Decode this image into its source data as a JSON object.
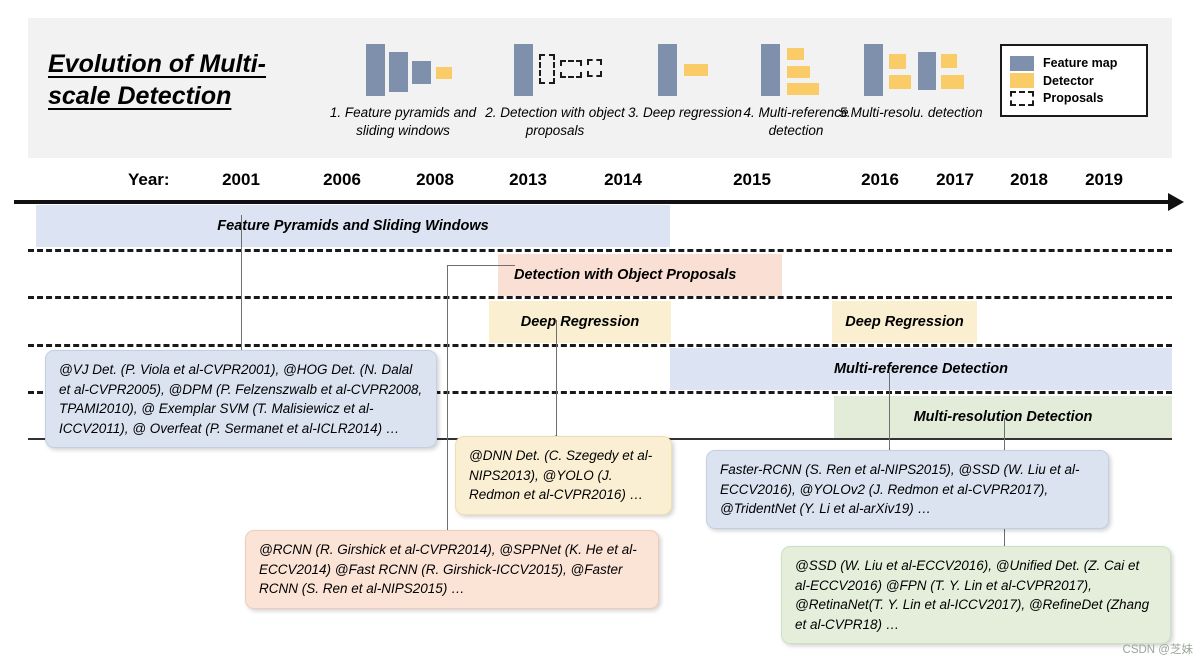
{
  "title": "Evolution of Multi-scale Detection",
  "icons": [
    {
      "caption": "1. Feature pyramids and sliding windows",
      "name": "feature-pyramids-icon"
    },
    {
      "caption": "2. Detection with object proposals",
      "name": "object-proposals-icon"
    },
    {
      "caption": "3. Deep regression",
      "name": "deep-regression-icon"
    },
    {
      "caption": "4. Multi-reference detection",
      "name": "multi-reference-icon"
    },
    {
      "caption": "5.Multi-resolu. detection",
      "name": "multi-resolution-icon"
    }
  ],
  "legend": {
    "items": [
      {
        "label": "Feature map",
        "color": "#7e90ac"
      },
      {
        "label": "Detector",
        "color": "#facc67"
      },
      {
        "label": "Proposals",
        "color": "#ffffff"
      }
    ]
  },
  "axis": {
    "label": "Year:",
    "years": [
      "2001",
      "2006",
      "2008",
      "2013",
      "2014",
      "2015",
      "2016",
      "2017",
      "2018",
      "2019"
    ]
  },
  "bands": [
    {
      "label": "Feature Pyramids and Sliding Windows",
      "color": "#dce3f2"
    },
    {
      "label": "Detection with Object Proposals",
      "color": "#fae0d4"
    },
    {
      "label": "Deep Regression",
      "color": "#fbefd1"
    },
    {
      "label": "Deep Regression",
      "color": "#fbefd1"
    },
    {
      "label": "Multi-reference Detection",
      "color": "#dce3f2"
    },
    {
      "label": "Multi-resolution Detection",
      "color": "#e2ecd9"
    }
  ],
  "callouts": [
    {
      "name": "callout-feature-pyramids",
      "text": "@VJ Det. (P. Viola et al-CVPR2001), @HOG Det. (N. Dalal et al-CVPR2005), @DPM (P. Felzenszwalb et al-CVPR2008, TPAMI2010), @ Exemplar SVM (T. Malisiewicz et al-ICCV2011), @ Overfeat (P. Sermanet et al-ICLR2014) …"
    },
    {
      "name": "callout-deep-regression",
      "text": "@DNN Det. (C. Szegedy et al-NIPS2013), @YOLO (J. Redmon et al-CVPR2016) …"
    },
    {
      "name": "callout-object-proposals",
      "text": "@RCNN (R. Girshick et al-CVPR2014), @SPPNet (K. He et al-ECCV2014) @Fast RCNN (R. Girshick-ICCV2015), @Faster RCNN (S. Ren et al-NIPS2015) …"
    },
    {
      "name": "callout-multi-reference",
      "text": "Faster-RCNN (S. Ren et al-NIPS2015), @SSD (W. Liu et al-ECCV2016),  @YOLOv2 (J. Redmon et al-CVPR2017), @TridentNet (Y. Li et al-arXiv19) …"
    },
    {
      "name": "callout-multi-resolution",
      "text": "@SSD (W. Liu et al-ECCV2016), @Unified Det. (Z. Cai et al-ECCV2016) @FPN (T. Y. Lin et al-CVPR2017), @RetinaNet(T. Y. Lin et al-ICCV2017), @RefineDet (Zhang et al-CVPR18) …"
    }
  ],
  "watermark": "CSDN @芝妹"
}
